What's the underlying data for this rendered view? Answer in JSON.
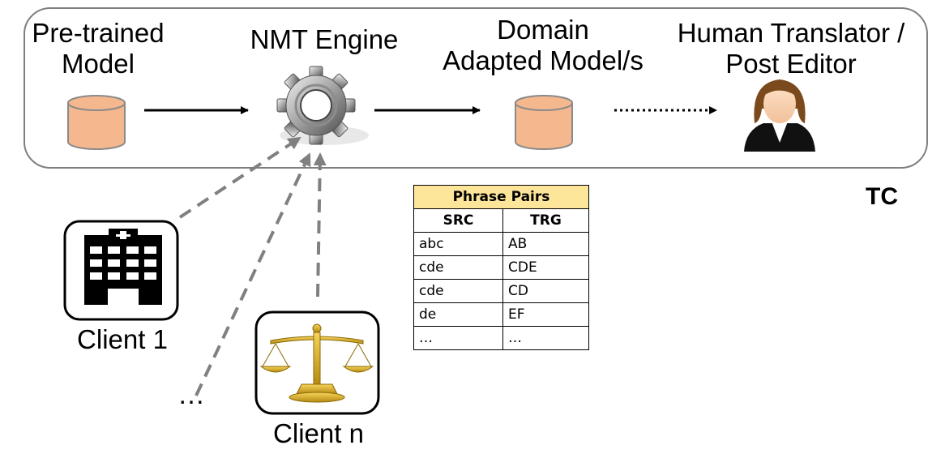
{
  "group_label": "TC",
  "nodes": {
    "pretrained": [
      "Pre-trained",
      "Model"
    ],
    "nmt": "NMT Engine",
    "domain": [
      "Domain",
      "Adapted Model/s"
    ],
    "human": [
      "Human Translator /",
      "Post Editor"
    ]
  },
  "clients": {
    "client1": "Client 1",
    "clientn": "Client n",
    "ellipsis": "…"
  },
  "phrase_table": {
    "caption": "Phrase Pairs",
    "headers": [
      "SRC",
      "TRG"
    ],
    "rows": [
      [
        "abc",
        "AB"
      ],
      [
        "cde",
        "CDE"
      ],
      [
        "cde",
        "CD"
      ],
      [
        "de",
        "EF"
      ],
      [
        "…",
        "…"
      ]
    ]
  },
  "colors": {
    "cylinder_fill": "#f5b78e",
    "cylinder_stroke": "#8a8a8a",
    "table_caption_fill": "#fde69a",
    "dashed_arrow": "#808080",
    "frame_stroke": "#7f7f7f"
  }
}
